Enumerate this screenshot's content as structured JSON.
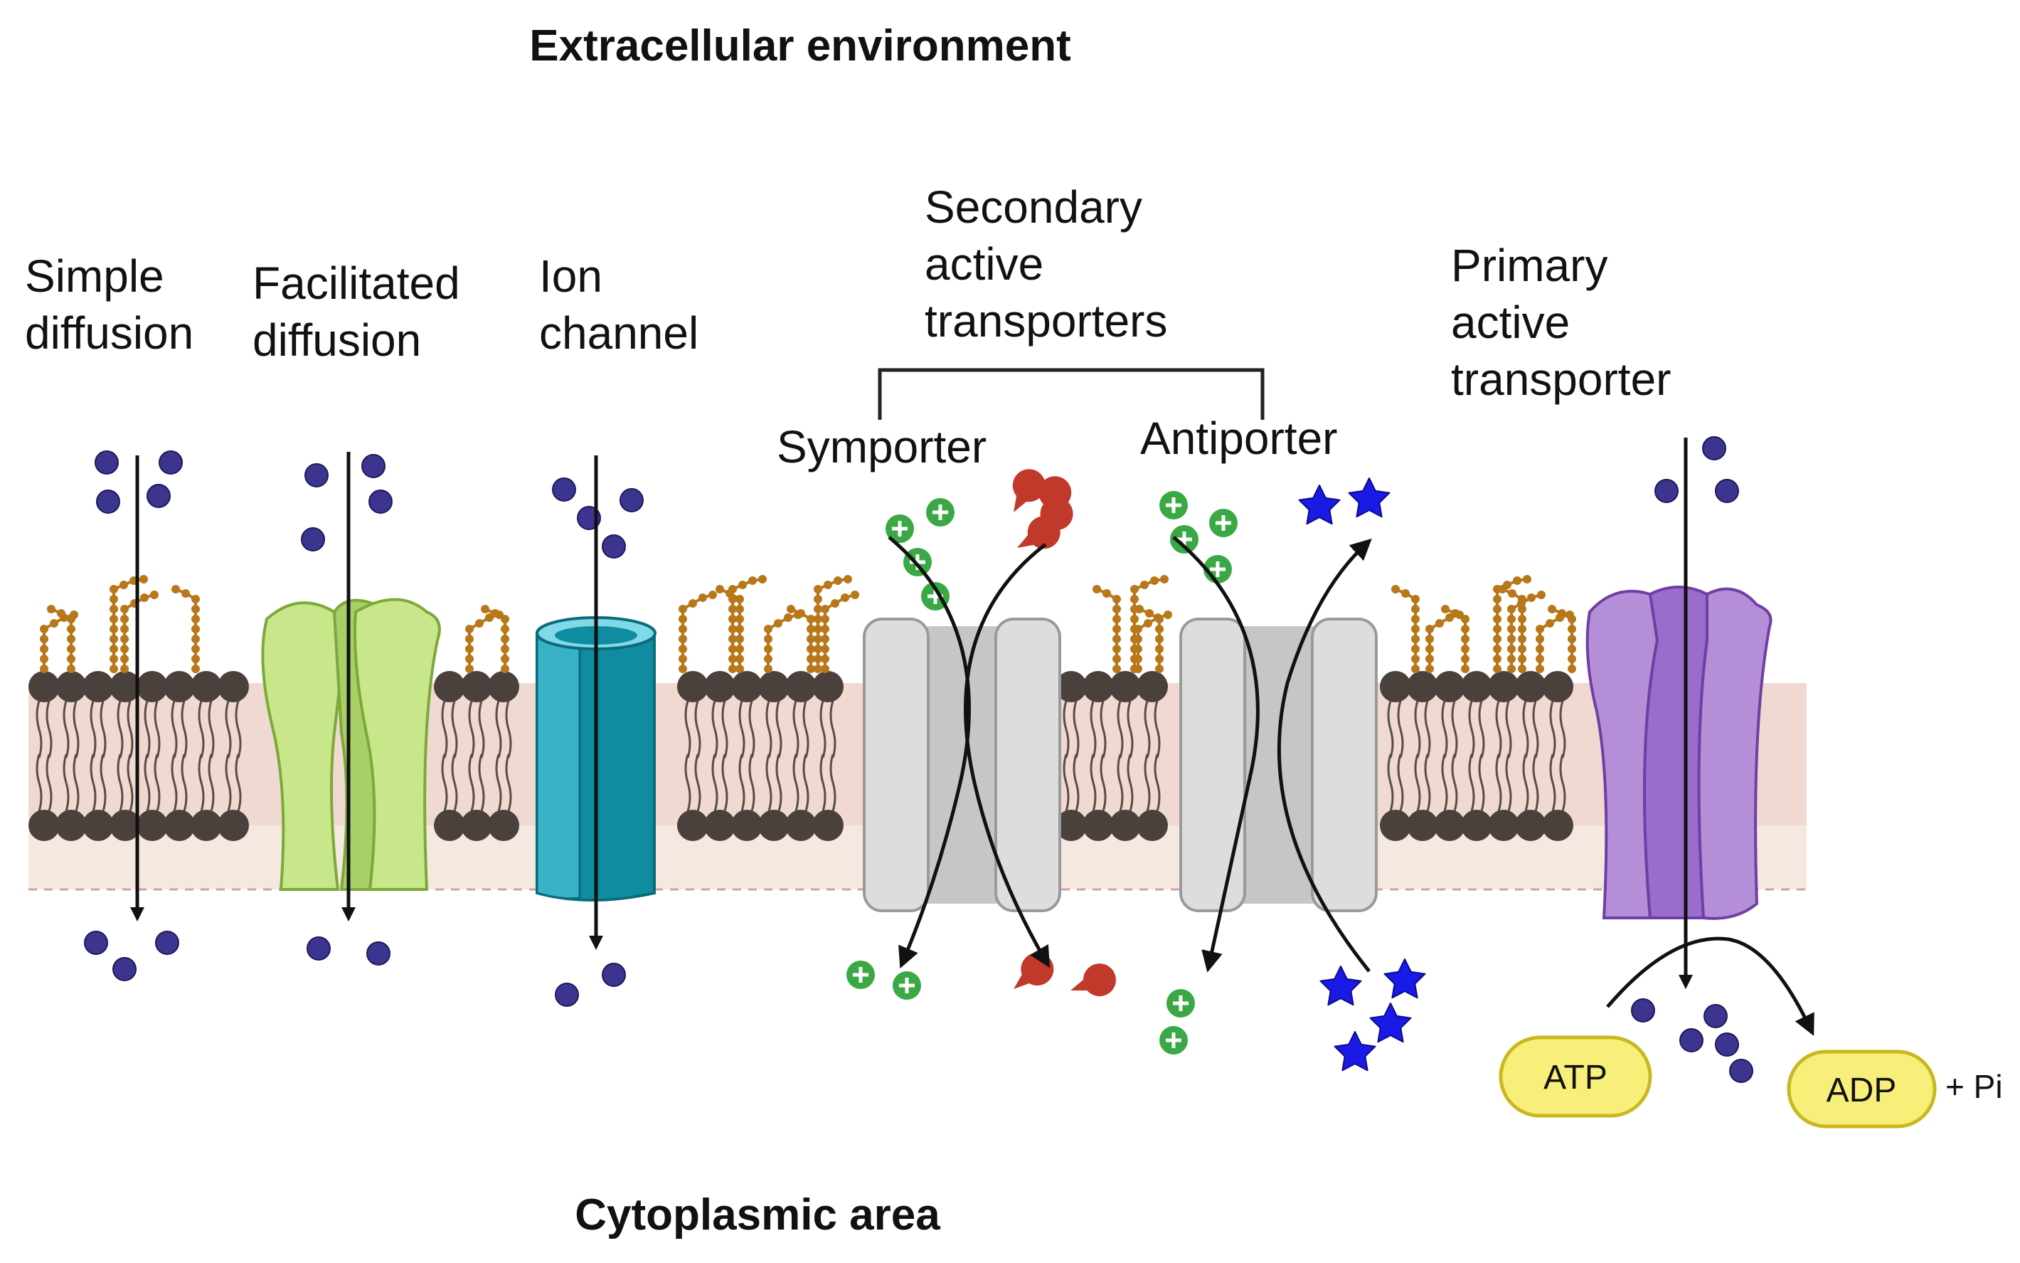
{
  "headings": {
    "top": "Extracellular environment",
    "bottom": "Cytoplasmic area"
  },
  "labels": {
    "simple_diffusion": [
      "Simple",
      "diffusion"
    ],
    "facilitated_diffusion": [
      "Facilitated",
      "diffusion"
    ],
    "ion_channel": [
      "Ion",
      "channel"
    ],
    "secondary_active": [
      "Secondary",
      "active",
      "transporters"
    ],
    "symporter": "Symporter",
    "antiporter": "Antiporter",
    "primary_active": [
      "Primary",
      "active",
      "transporter"
    ]
  },
  "energy": {
    "atp": "ATP",
    "adp": "ADP",
    "pi": "+ Pi"
  },
  "colors": {
    "membrane_band": "#efd9d0",
    "lipid_head": "#4a403c",
    "glycan": "#b8781a",
    "molecule": "#3b3590",
    "facilitated_protein": "#c8e68a",
    "ion_channel": "#1f9bb0",
    "secondary_transporter": "#d9d9d9",
    "primary_transporter": "#b48fd8",
    "plus_ion": "#3aa845",
    "red_ligand": "#c0392b",
    "blue_star": "#1a1ae6",
    "atp_fill": "#f7ef7a"
  }
}
